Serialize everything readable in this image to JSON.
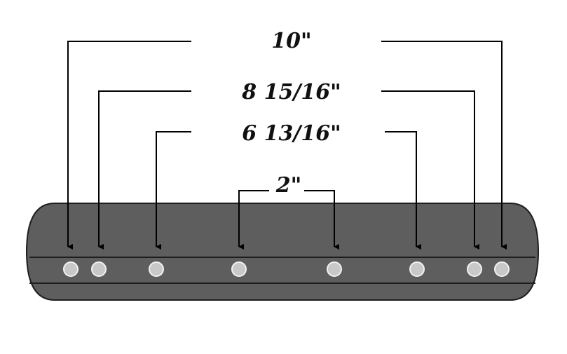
{
  "dimensions": {
    "outer": "10\"",
    "middle": "8 15/16\"",
    "inner": "6 13/16\"",
    "center": "2\""
  },
  "colors": {
    "body": "#5e5e5e",
    "body_outline": "#1e1e1e",
    "line": "#000000",
    "hole_fill": "#c8c8c8",
    "hole_ring": "#f0f0f0"
  },
  "hole_count": 8
}
